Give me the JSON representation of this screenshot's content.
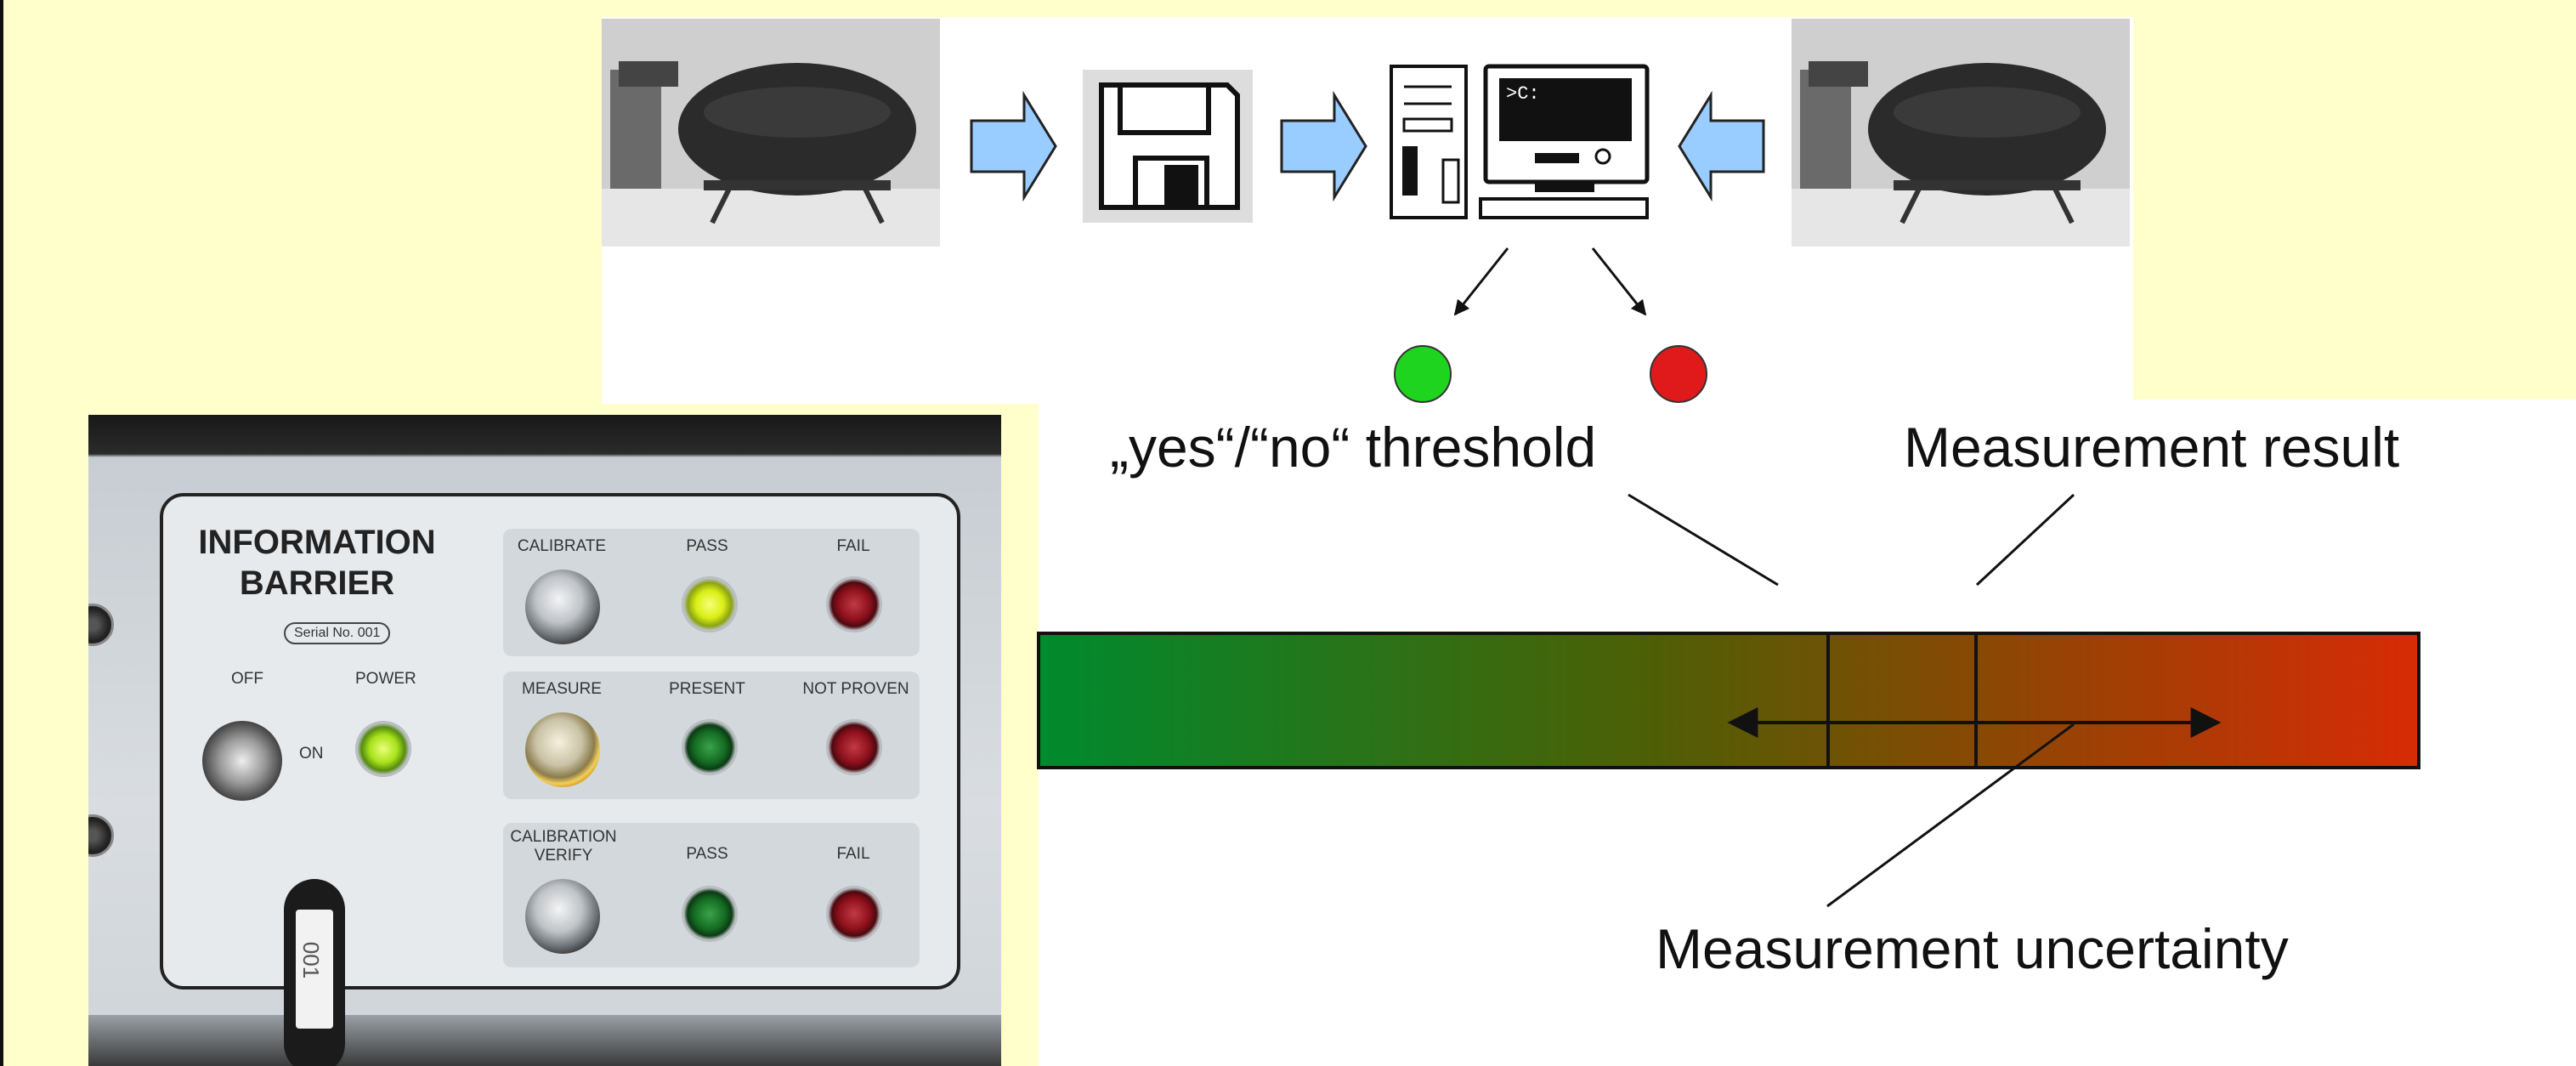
{
  "background_color": "#ffffcc",
  "flow_diagram": {
    "images": [
      "bomb-photo-icon",
      "floppy-disk-icon",
      "computer-icon",
      "bomb-photo-icon"
    ],
    "arrow_color": "#99ccff",
    "screen_text": ">C:",
    "indicators": [
      {
        "name": "green-light-icon",
        "color": "#1fd41f"
      },
      {
        "name": "red-light-icon",
        "color": "#e01a1a"
      }
    ]
  },
  "measurement_diagram": {
    "threshold_label": "„yes“/“no“ threshold",
    "result_label": "Measurement result",
    "uncertainty_label": "Measurement uncertainty",
    "gradient_start_color": "#008a2e",
    "gradient_end_color": "#d72b05"
  },
  "device_photo": {
    "title_line1": "INFORMATION",
    "title_line2": "BARRIER",
    "serial": "Serial No. 001",
    "switch_off": "OFF",
    "switch_on": "ON",
    "power": "POWER",
    "key_tag": "001",
    "rows": [
      {
        "action": "CALIBRATE",
        "left": "PASS",
        "right": "FAIL"
      },
      {
        "action": "MEASURE",
        "left": "PRESENT",
        "right": "NOT PROVEN"
      },
      {
        "action": "CALIBRATION VERIFY",
        "left": "PASS",
        "right": "FAIL"
      }
    ]
  }
}
